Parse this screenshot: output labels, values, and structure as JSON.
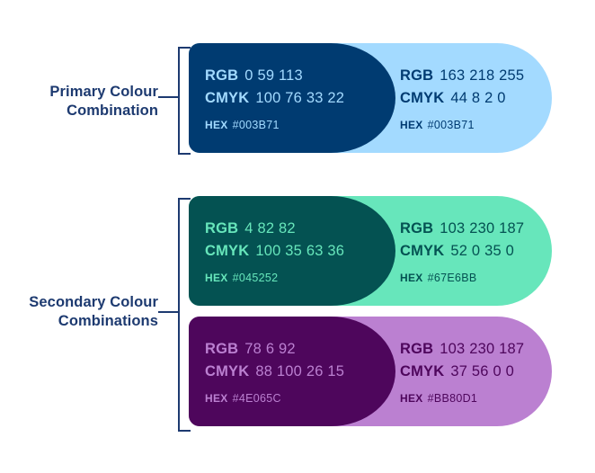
{
  "page": {
    "background": "#ffffff",
    "accent": "#1d3a70"
  },
  "field_labels": {
    "rgb": "RGB",
    "cmyk": "CMYK",
    "hex": "HEX"
  },
  "groups": [
    {
      "label_lines": [
        "Primary Colour",
        "Combination"
      ],
      "pills": [
        {
          "dark": {
            "bg": "#003B71",
            "fg": "#A3DAFF",
            "rgb": "0 59 113",
            "cmyk": "100 76 33 22",
            "hex": "#003B71"
          },
          "light": {
            "bg": "#A3DAFF",
            "fg": "#003B71",
            "rgb": "163 218 255",
            "cmyk": "44 8 2 0",
            "hex": "#003B71"
          }
        }
      ]
    },
    {
      "label_lines": [
        "Secondary Colour",
        "Combinations"
      ],
      "pills": [
        {
          "dark": {
            "bg": "#045252",
            "fg": "#67E6BB",
            "rgb": "4 82 82",
            "cmyk": "100 35 63 36",
            "hex": "#045252"
          },
          "light": {
            "bg": "#67E6BB",
            "fg": "#045252",
            "rgb": "103 230 187",
            "cmyk": "52 0 35 0",
            "hex": "#67E6BB"
          }
        },
        {
          "dark": {
            "bg": "#4E065C",
            "fg": "#BB80D1",
            "rgb": "78 6 92",
            "cmyk": "88 100 26 15",
            "hex": "#4E065C"
          },
          "light": {
            "bg": "#BB80D1",
            "fg": "#4E065C",
            "rgb": "103 230 187",
            "cmyk": "37 56 0 0",
            "hex": "#BB80D1"
          }
        }
      ]
    }
  ]
}
